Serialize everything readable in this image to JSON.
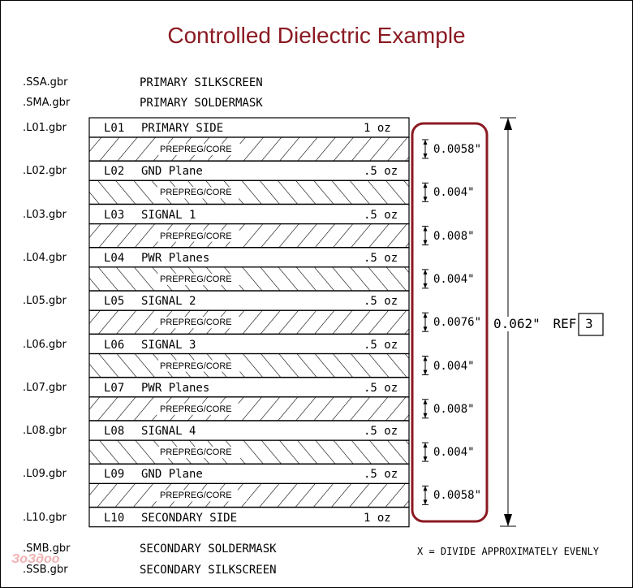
{
  "title": "Controlled Dielectric Example",
  "top_files": [
    {
      "file": ".SSA.gbr",
      "label": "PRIMARY SILKSCREEN"
    },
    {
      "file": ".SMA.gbr",
      "label": "PRIMARY SOLDERMASK"
    }
  ],
  "layers": [
    {
      "file": ".L01.gbr",
      "id": "L01",
      "name": "PRIMARY SIDE",
      "weight": "1 oz"
    },
    {
      "file": ".L02.gbr",
      "id": "L02",
      "name": "GND Plane",
      "weight": ".5 oz"
    },
    {
      "file": ".L03.gbr",
      "id": "L03",
      "name": "SIGNAL 1",
      "weight": ".5 oz"
    },
    {
      "file": ".L04.gbr",
      "id": "L04",
      "name": "PWR Planes",
      "weight": ".5 oz"
    },
    {
      "file": ".L05.gbr",
      "id": "L05",
      "name": "SIGNAL 2",
      "weight": ".5 oz"
    },
    {
      "file": ".L06.gbr",
      "id": "L06",
      "name": "SIGNAL 3",
      "weight": ".5 oz"
    },
    {
      "file": ".L07.gbr",
      "id": "L07",
      "name": "PWR Planes",
      "weight": ".5 oz"
    },
    {
      "file": ".L08.gbr",
      "id": "L08",
      "name": "SIGNAL 4",
      "weight": ".5 oz"
    },
    {
      "file": ".L09.gbr",
      "id": "L09",
      "name": "GND Plane",
      "weight": ".5 oz"
    },
    {
      "file": ".L10.gbr",
      "id": "L10",
      "name": "SECONDARY SIDE",
      "weight": "1 oz"
    }
  ],
  "dielectrics": [
    {
      "label": "PREPREG/CORE",
      "thickness": "0.0058\"",
      "hatch": "forward"
    },
    {
      "label": "PREPREG/CORE",
      "thickness": "0.004\"",
      "hatch": "back"
    },
    {
      "label": "PREPREG/CORE",
      "thickness": "0.008\"",
      "hatch": "forward"
    },
    {
      "label": "PREPREG/CORE",
      "thickness": "0.004\"",
      "hatch": "back"
    },
    {
      "label": "PREPREG/CORE",
      "thickness": "0.0076\"",
      "hatch": "forward"
    },
    {
      "label": "PREPREG/CORE",
      "thickness": "0.004\"",
      "hatch": "back"
    },
    {
      "label": "PREPREG/CORE",
      "thickness": "0.008\"",
      "hatch": "forward"
    },
    {
      "label": "PREPREG/CORE",
      "thickness": "0.004\"",
      "hatch": "back"
    },
    {
      "label": "PREPREG/CORE",
      "thickness": "0.0058\"",
      "hatch": "forward"
    }
  ],
  "bottom_files": [
    {
      "file": ".SMB.gbr",
      "label": "SECONDARY SOLDERMASK"
    },
    {
      "file": ".SSB.gbr",
      "label": "SECONDARY SILKSCREEN"
    }
  ],
  "total": {
    "thickness": "0.062\"",
    "ref_label": "REF",
    "ref_number": "3"
  },
  "note": "X = DIVIDE APPROXIMATELY EVENLY",
  "watermark": "ЗоЗдоо",
  "colors": {
    "title": "#8b1a22",
    "highlight": "#8b1a22"
  }
}
